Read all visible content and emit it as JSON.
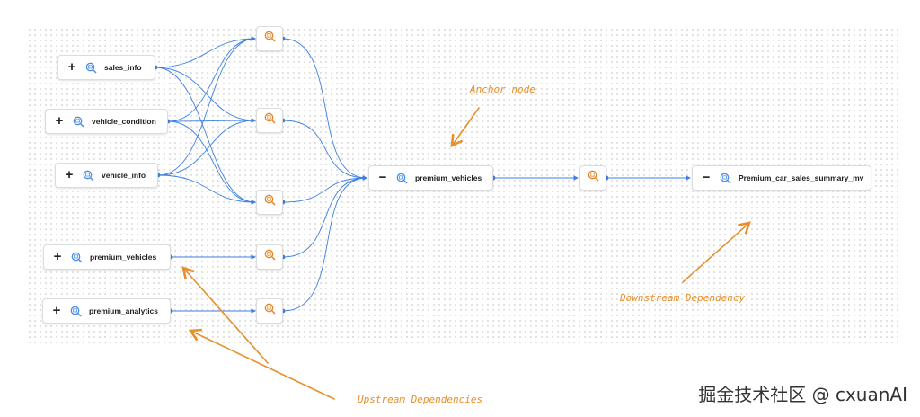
{
  "nodes": {
    "sales_info": {
      "label": "sales_info",
      "toggle": "+"
    },
    "vehicle_condition": {
      "label": "vehicle_condition",
      "toggle": "+"
    },
    "vehicle_info": {
      "label": "vehicle_info",
      "toggle": "+"
    },
    "premium_vehicles_upstream": {
      "label": "premium_vehicles",
      "toggle": "+"
    },
    "premium_analytics": {
      "label": "premium_analytics",
      "toggle": "+"
    },
    "anchor": {
      "label": "premium_vehicles",
      "toggle": "−"
    },
    "downstream": {
      "label": "Premium_car_sales_summary_mv",
      "toggle": "−"
    }
  },
  "annotations": {
    "anchor": "Anchor node",
    "upstream": "Upstream Dependencies",
    "downstream": "Downstream Dependency"
  },
  "watermark": "掘金技术社区 @ cxuanAI",
  "colors": {
    "edge": "#3d7fe0",
    "query_icon": "#e8832a",
    "table_icon": "#4a8de6",
    "annotation": "#e88f2b"
  },
  "icons": {
    "table": "table-search-icon",
    "query": "query-icon"
  }
}
